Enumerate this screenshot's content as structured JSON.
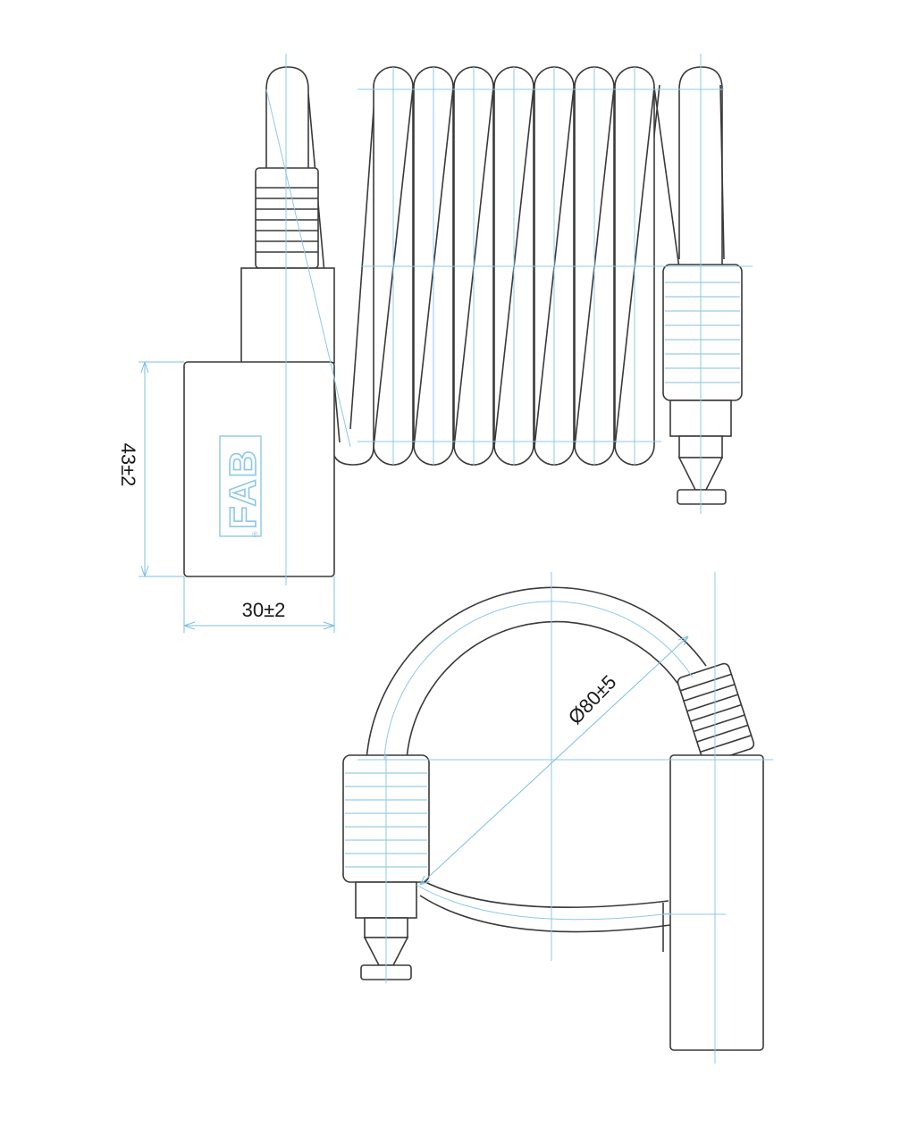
{
  "brand": {
    "logo_text": "FAB",
    "registered_mark": "®"
  },
  "dimensions": {
    "height": "43±2",
    "width": "30±2",
    "coil_diameter": "Ø80±5"
  },
  "colors": {
    "outline": "#3a3a3a",
    "centerline": "#8ec8e8",
    "dimension": "#7fbfe0"
  }
}
